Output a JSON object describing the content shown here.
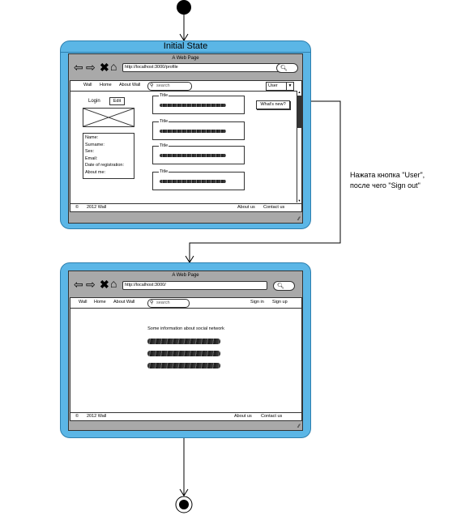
{
  "state1": {
    "title": "Initial State",
    "window_title": "A Web Page",
    "url": "http://localhost:3000/profile",
    "menu": [
      "Wall",
      "Home",
      "About Wall"
    ],
    "search_placeholder": "search",
    "user_button": "User",
    "login_label": "Login",
    "edit_button": "Edit",
    "profile_fields": [
      "Name:",
      "Surname:",
      "Sex:",
      "Email:",
      "Date of registration:",
      "About me:"
    ],
    "posts": [
      "Title",
      "Title",
      "Title",
      "Title"
    ],
    "whats_new_button": "What's new?",
    "footer_left": "2012 Wall",
    "footer_links": [
      "About us",
      "Contact us"
    ]
  },
  "transition_label": [
    "Нажата кнопка \"User\",",
    "после чего \"Sign out\""
  ],
  "state2": {
    "window_title": "A Web Page",
    "url": "http://localhost:3000/",
    "menu": [
      "Wall",
      "Home",
      "About Wall"
    ],
    "search_placeholder": "search",
    "sign_in": "Sign in",
    "sign_up": "Sign up",
    "info_heading": "Some information about social network",
    "footer_left": "2012 Wall",
    "footer_links": [
      "About us",
      "Contact us"
    ]
  }
}
